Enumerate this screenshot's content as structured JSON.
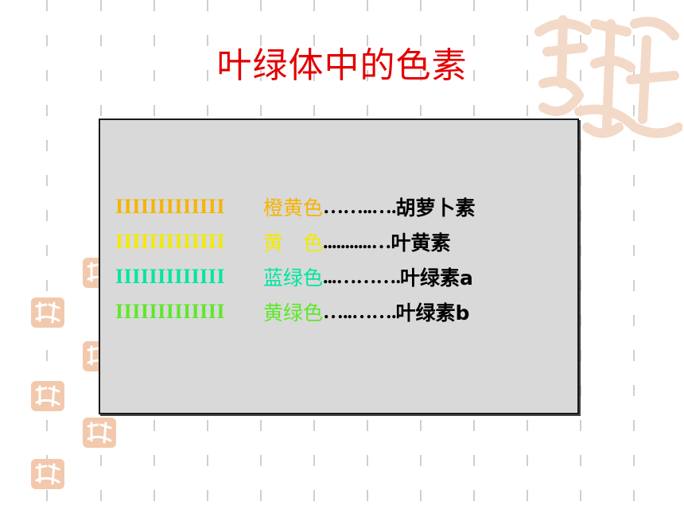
{
  "title": "叶绿体中的色素",
  "rows": [
    {
      "bars": "IIIIIIIIIIIII",
      "color_name": "橙黄色",
      "leader": "……..….",
      "pigment": "胡萝卜素",
      "color": "#f5b400"
    },
    {
      "bars": "IIIIIIIIIIIII",
      "color_name": "黄　色",
      "leader": "...........…",
      "pigment": "叶黄素",
      "color": "#f2ea00"
    },
    {
      "bars": "IIIIIIIIIIIII",
      "color_name": "蓝绿色",
      "leader": "...……….",
      "pigment": "叶绿素a",
      "color": "#00e6a0"
    },
    {
      "bars": "IIIIIIIIIIIII",
      "color_name": "黄绿色",
      "leader": "…..…….",
      "pigment": "叶绿素b",
      "color": "#5de82a"
    }
  ],
  "colors": {
    "title": "#e30000",
    "panel": "#d9d9d9"
  },
  "decor": {
    "watermark": "auspicious-seal-watermark",
    "seal_icon": "seal-stamp-icon"
  }
}
